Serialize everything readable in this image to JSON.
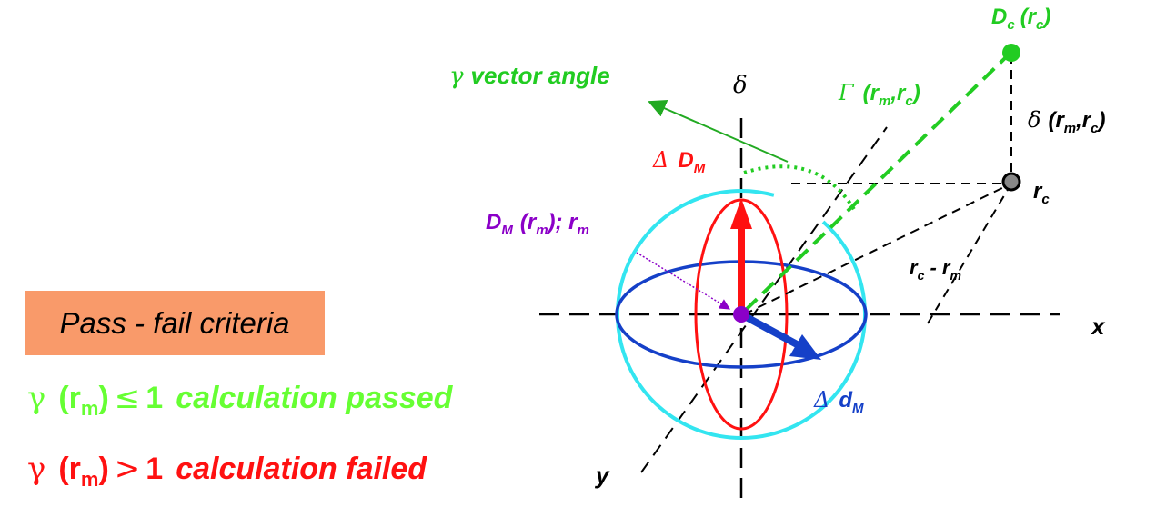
{
  "colors": {
    "pass": "#66ff33",
    "fail": "#ff1111",
    "gamma_label": "#22cc22",
    "delta_dose": "#ff1111",
    "distance": "#1540c8",
    "measured_point": "#8b00c8",
    "sphere": "#33e5f0",
    "criteria_box": "#f99a6a"
  },
  "diagram": {
    "axis_delta": "δ",
    "axis_x": "x",
    "axis_y": "y",
    "calc_point": {
      "name": "D",
      "sub": "c",
      "arg": "(r",
      "arg_sub": "c",
      "close": ")"
    },
    "gamma_vector": {
      "symbol": "γ",
      "text": "vector angle"
    },
    "Gamma_label": {
      "symbol": "Γ",
      "open": "(r",
      "sub1": "m",
      "mid": ",r",
      "sub2": "c",
      "close": ")"
    },
    "delta_label": {
      "symbol": "δ",
      "open": "(r",
      "sub1": "m",
      "mid": ",r",
      "sub2": "c",
      "close": ")"
    },
    "delta_dose": {
      "symbol": "Δ",
      "name": "D",
      "sub": "M"
    },
    "rc_label": {
      "name": "r",
      "sub": "c"
    },
    "measured_label": {
      "name": "D",
      "sub": "M",
      "arg": "(r",
      "arg_sub": "m",
      "tail": "); r",
      "tail_sub": "m"
    },
    "distance_diff": {
      "a": "r",
      "a_sub": "c",
      "minus": " - ",
      "b": "r",
      "b_sub": "m"
    },
    "distance_to_agreement": {
      "symbol": "Δ",
      "name": "d",
      "sub": "M"
    }
  },
  "criteria": {
    "title": "Pass - fail criteria",
    "pass": {
      "gamma": "γ",
      "arg": "(r",
      "arg_sub": "m",
      "arg_close": ")",
      "op": "≤",
      "value": "1",
      "text": "calculation passed"
    },
    "fail": {
      "gamma": "γ",
      "arg": "(r",
      "arg_sub": "m",
      "arg_close": ")",
      "op": ">",
      "value": "1",
      "text": "calculation failed"
    }
  }
}
